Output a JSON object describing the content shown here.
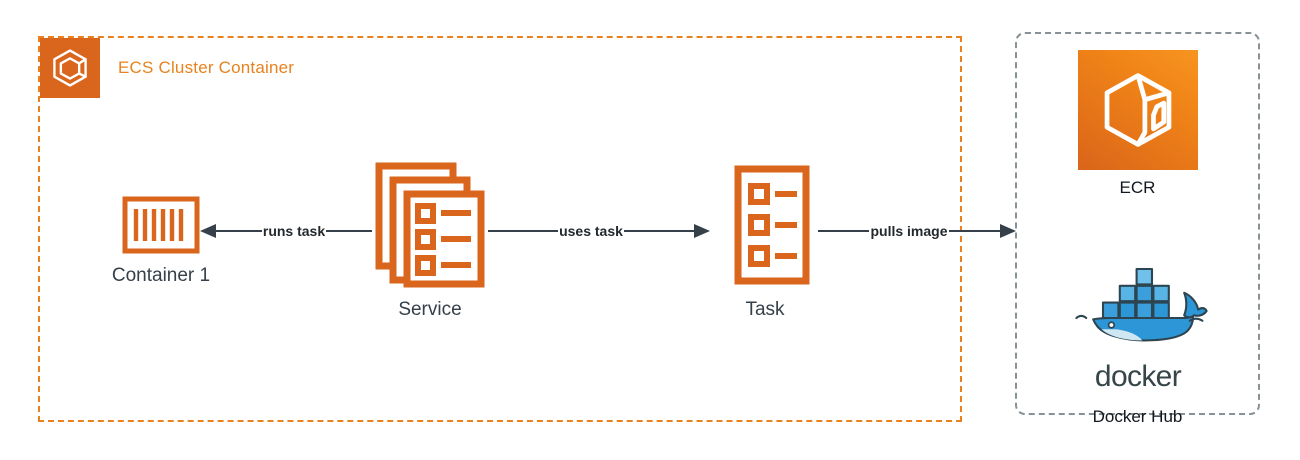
{
  "diagram": {
    "title": "ECS Cluster Container",
    "clusters": {
      "ecs": {
        "label": "ECS Cluster Container",
        "icon": "ecs-cluster-icon",
        "border_color": "#E8821E",
        "border_style": "dashed"
      },
      "registry": {
        "border_color": "#879196",
        "border_style": "dashed"
      }
    },
    "nodes": [
      {
        "id": "container1",
        "label": "Container 1",
        "icon": "container-icon",
        "color": "#D9661C"
      },
      {
        "id": "service",
        "label": "Service",
        "icon": "service-stacked-documents-icon",
        "color": "#D9661C"
      },
      {
        "id": "task",
        "label": "Task",
        "icon": "task-document-icon",
        "color": "#D9661C"
      },
      {
        "id": "ecr",
        "label": "ECR",
        "icon": "ecr-icon"
      },
      {
        "id": "dockerhub",
        "label": "Docker Hub",
        "icon": "docker-whale-icon",
        "wordmark": "docker"
      }
    ],
    "edges": [
      {
        "id": "runs",
        "label": "runs task",
        "from": "service",
        "to": "container1",
        "direction": "left"
      },
      {
        "id": "uses",
        "label": "uses task",
        "from": "service",
        "to": "task",
        "direction": "right"
      },
      {
        "id": "pulls",
        "label": "pulls image",
        "from": "task",
        "to": "registry",
        "direction": "right"
      }
    ],
    "colors": {
      "aws_orange": "#D9661C",
      "ecs_label_orange": "#E8821E",
      "arrow_dark": "#36404A",
      "registry_gray": "#879196",
      "docker_blue": "#2396ED",
      "docker_text": "#364548"
    }
  }
}
